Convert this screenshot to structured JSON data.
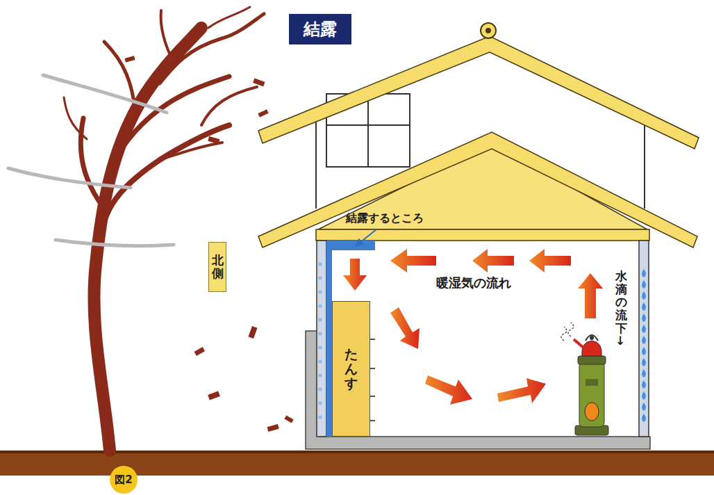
{
  "diagram": {
    "title": "結露",
    "caption": "図2",
    "nodes": [
      {
        "text": [
          "北側"
        ]
      },
      {
        "text": [
          "たんす"
        ]
      }
    ],
    "labels": [
      "結露するところ",
      "暖湿気の流れ",
      "水滴の流下↓"
    ]
  }
}
